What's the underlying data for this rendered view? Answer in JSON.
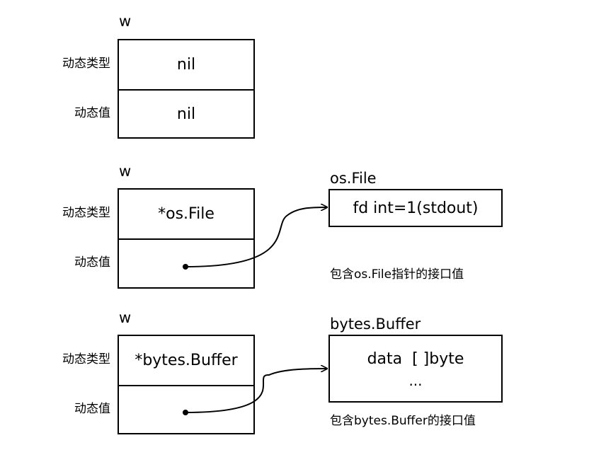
{
  "labels": {
    "dynamic_type": "动态类型",
    "dynamic_value": "动态值"
  },
  "iface1": {
    "var": "w",
    "type_value": "nil",
    "value_value": "nil"
  },
  "iface2": {
    "var": "w",
    "type_value": "*os.File",
    "target_title": "os.File",
    "target_field": "fd int=1(stdout)",
    "caption": "包含os.File指针的接口值"
  },
  "iface3": {
    "var": "w",
    "type_value": "*bytes.Buffer",
    "target_title": "bytes.Buffer",
    "target_field": "data  [ ]byte",
    "target_more": "...",
    "caption": "包含bytes.Buffer的接口值"
  }
}
